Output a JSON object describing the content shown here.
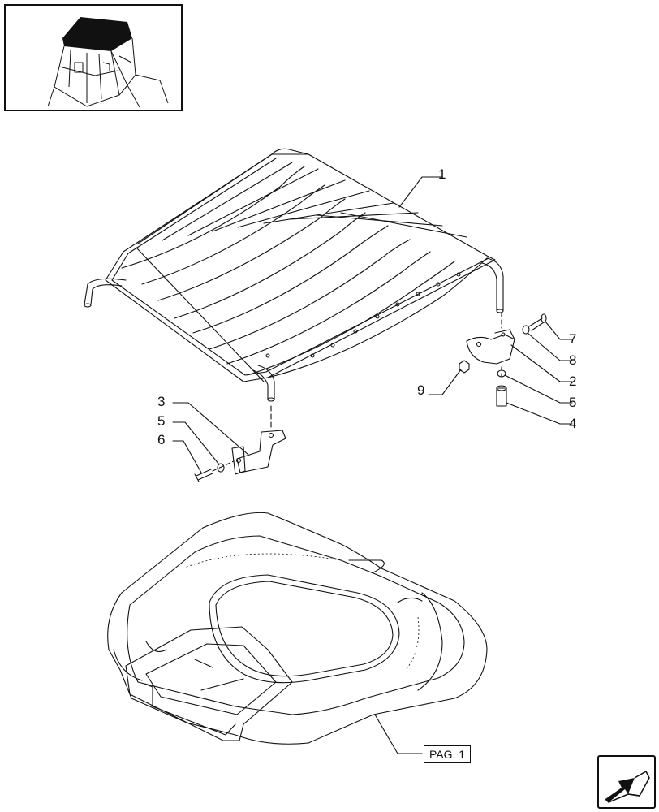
{
  "callouts": {
    "c1": "1",
    "c2": "2",
    "c3": "3",
    "c4": "4",
    "c5a": "5",
    "c5b": "5",
    "c6": "6",
    "c7": "7",
    "c8": "8",
    "c9": "9"
  },
  "reference": {
    "label": "PAG. 1"
  },
  "icons": {
    "thumbnail": "tractor-cab-locator-icon",
    "nav": "next-page-arrow-icon"
  }
}
